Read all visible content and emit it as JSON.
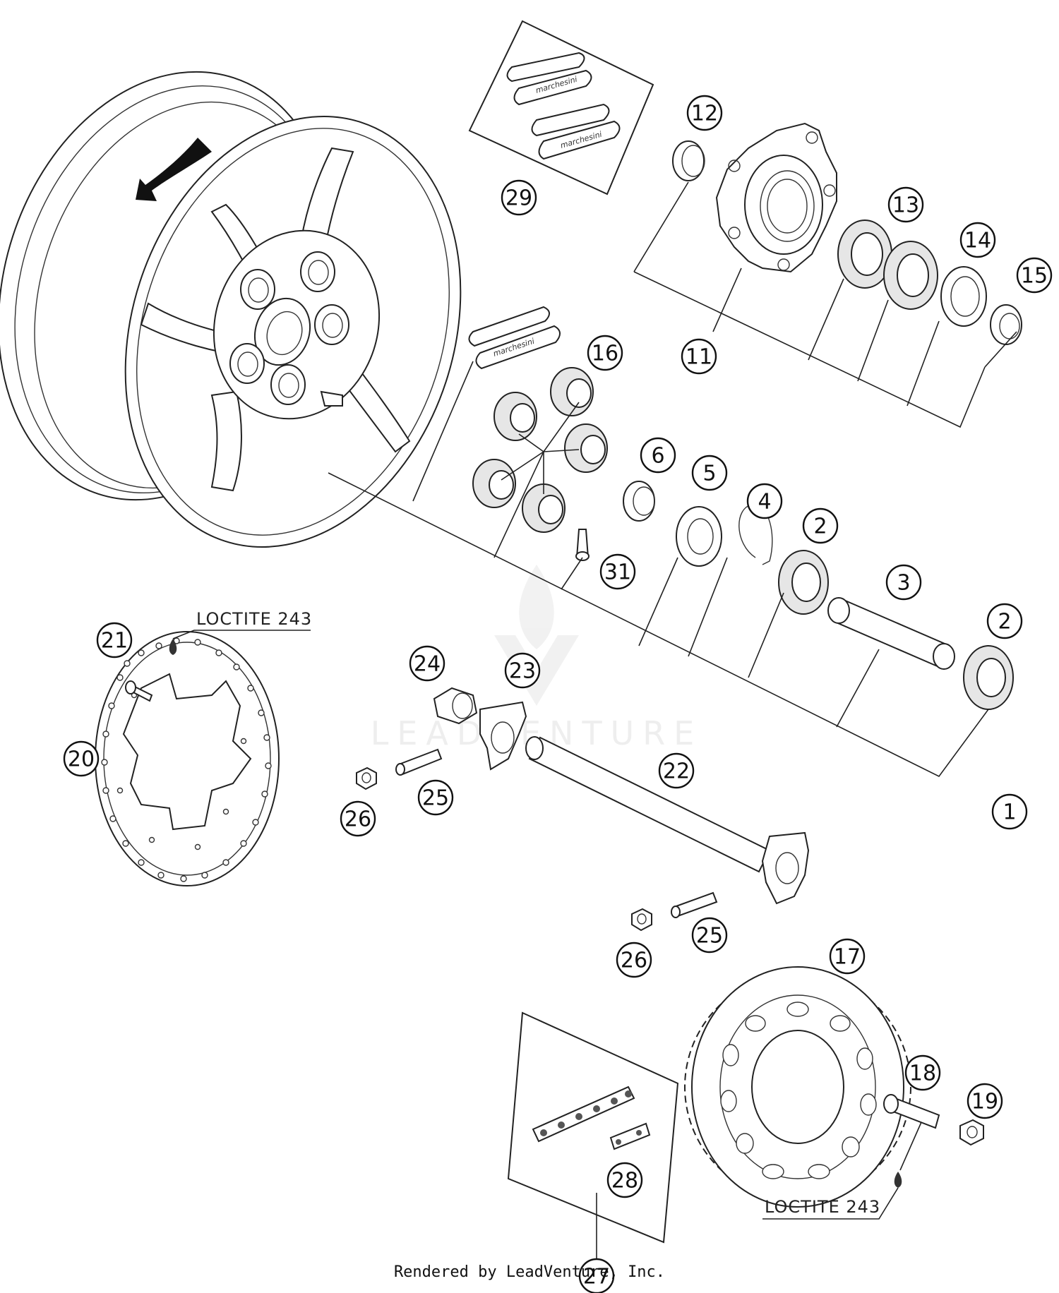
{
  "callouts": [
    {
      "id": "1",
      "label": "1"
    },
    {
      "id": "2",
      "label": "2"
    },
    {
      "id": "3",
      "label": "3"
    },
    {
      "id": "4",
      "label": "4"
    },
    {
      "id": "5",
      "label": "5"
    },
    {
      "id": "6",
      "label": "6"
    },
    {
      "id": "11",
      "label": "11"
    },
    {
      "id": "12",
      "label": "12"
    },
    {
      "id": "13",
      "label": "13"
    },
    {
      "id": "14",
      "label": "14"
    },
    {
      "id": "15",
      "label": "15"
    },
    {
      "id": "16",
      "label": "16"
    },
    {
      "id": "17",
      "label": "17"
    },
    {
      "id": "18",
      "label": "18"
    },
    {
      "id": "19",
      "label": "19"
    },
    {
      "id": "20",
      "label": "20"
    },
    {
      "id": "21",
      "label": "21"
    },
    {
      "id": "22",
      "label": "22"
    },
    {
      "id": "23",
      "label": "23"
    },
    {
      "id": "24",
      "label": "24"
    },
    {
      "id": "25",
      "label": "25"
    },
    {
      "id": "26",
      "label": "26"
    },
    {
      "id": "27",
      "label": "27"
    },
    {
      "id": "28",
      "label": "28"
    },
    {
      "id": "29",
      "label": "29"
    },
    {
      "id": "31",
      "label": "31"
    }
  ],
  "notes": {
    "loctite_disc": "LOCTITE 243",
    "loctite_sprocket": "LOCTITE 243"
  },
  "decals": {
    "brand": "marchesini"
  },
  "watermark": "LEADVENTURE",
  "footer": "Rendered by LeadVenture, Inc."
}
